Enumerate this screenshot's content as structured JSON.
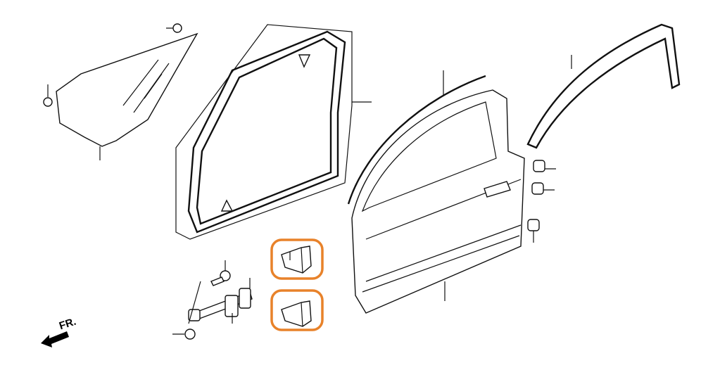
{
  "diagram": {
    "direction_label": "FR.",
    "highlight_color": "#e8822a",
    "parts": [
      "door-glass",
      "door-weatherstrip",
      "door-panel",
      "door-molding",
      "roof-molding",
      "upper-hinge",
      "lower-hinge",
      "door-checker",
      "bolts",
      "grommets"
    ]
  }
}
